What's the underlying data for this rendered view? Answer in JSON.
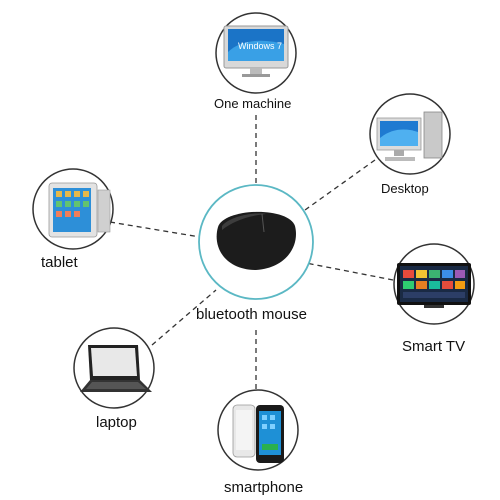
{
  "diagram": {
    "center": {
      "label": "bluetooth mouse",
      "icon": "wireless-mouse-icon"
    },
    "devices": [
      {
        "id": "one-machine",
        "label": "One machine",
        "icon": "all-in-one-pc-icon",
        "screen_text": "Windows 7"
      },
      {
        "id": "desktop",
        "label": "Desktop",
        "icon": "desktop-computer-icon"
      },
      {
        "id": "tablet",
        "label": "tablet",
        "icon": "tablet-icon"
      },
      {
        "id": "smart-tv",
        "label": "Smart TV",
        "icon": "smart-tv-icon"
      },
      {
        "id": "laptop",
        "label": "laptop",
        "icon": "laptop-icon"
      },
      {
        "id": "smartphone",
        "label": "smartphone",
        "icon": "smartphone-icon"
      }
    ],
    "colors": {
      "center_ring": "#5bb8c4",
      "device_ring": "#333333",
      "connector": "#333333",
      "mouse_body": "#1e1e1e"
    }
  }
}
